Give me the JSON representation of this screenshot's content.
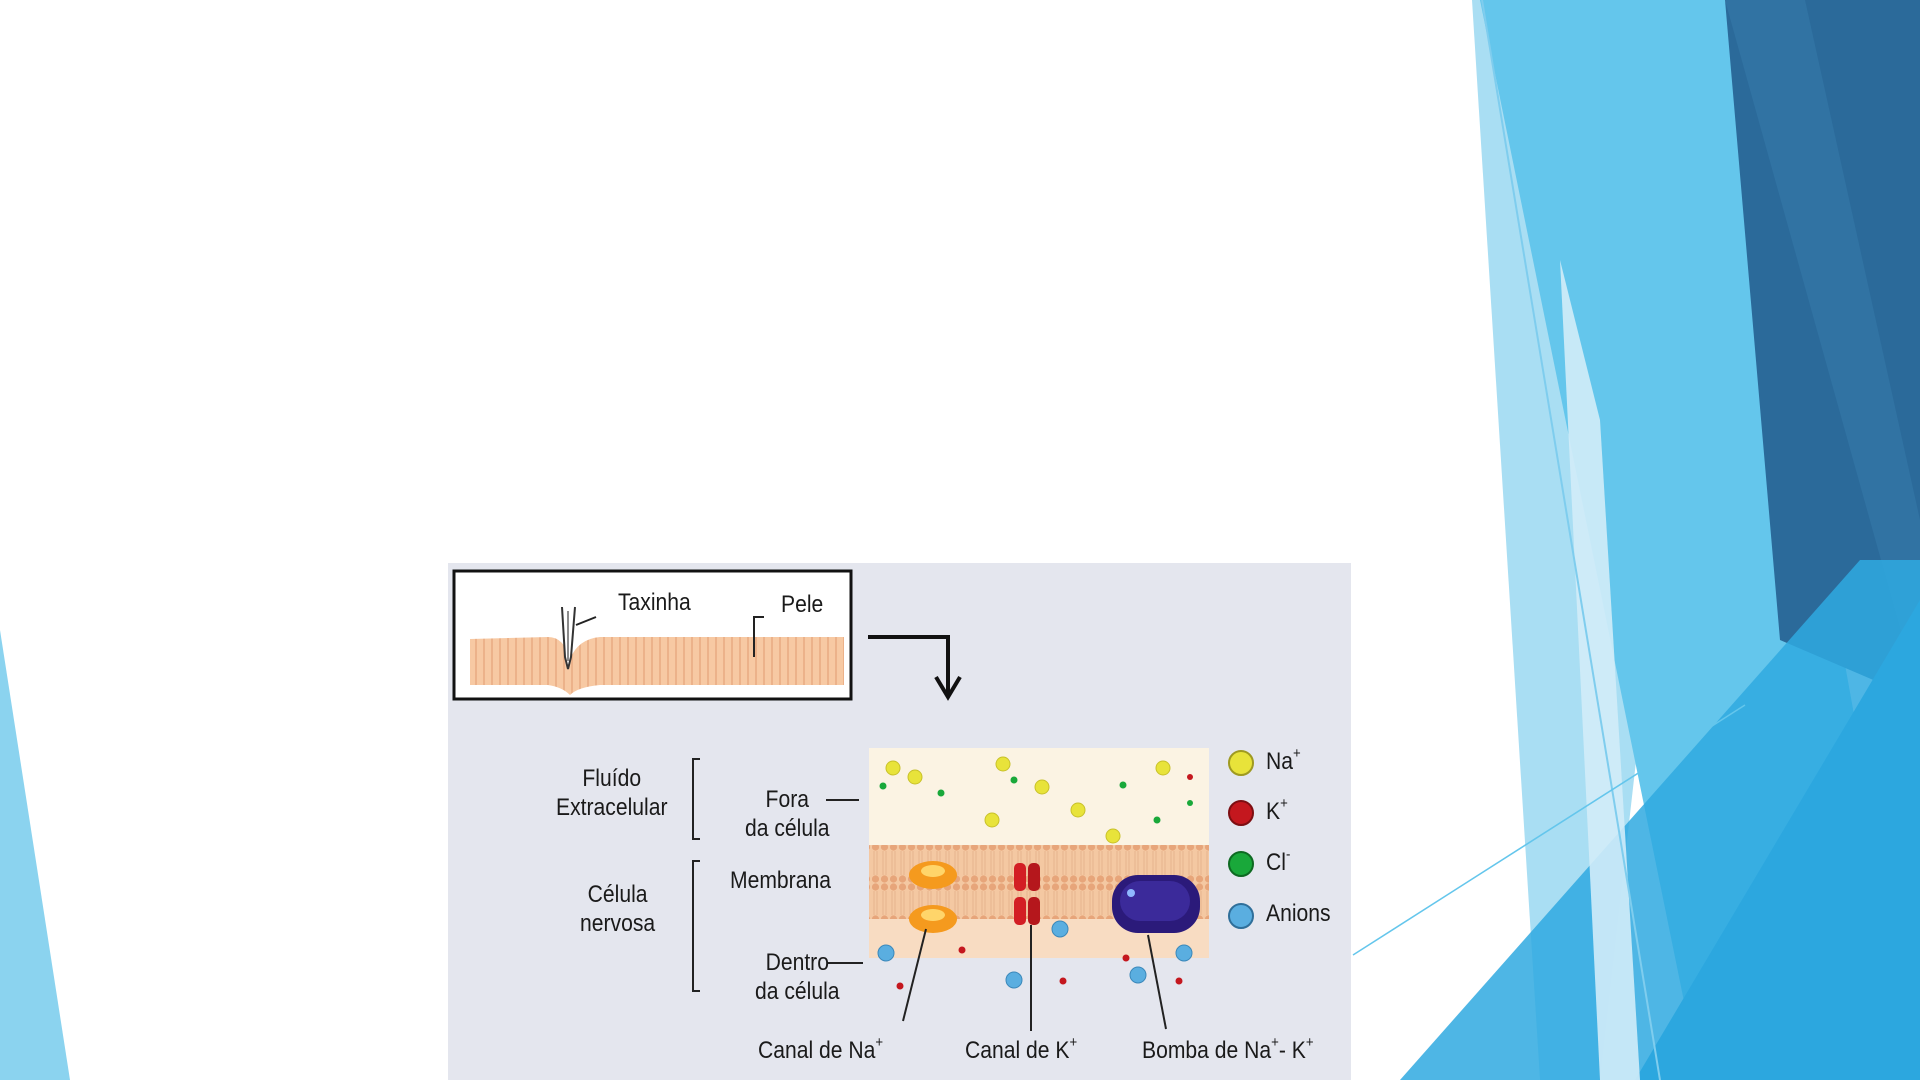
{
  "slide": {
    "theme_colors": [
      "#2b6a9a",
      "#64c6ec",
      "#8bd3ef",
      "#1d9bd6",
      "#cde9f6"
    ]
  },
  "diagram": {
    "inset": {
      "pin_label": "Taxinha",
      "skin_label": "Pele"
    },
    "left_labels": {
      "fluid_line1": "Fluído",
      "fluid_line2": "Extracelular",
      "cell_line1": "Célula",
      "cell_line2": "nervosa"
    },
    "region_labels": {
      "outside_line1": "Fora",
      "outside_line2": "da célula",
      "membrane": "Membrana",
      "inside_line1": "Dentro",
      "inside_line2": "da célula"
    },
    "legend": [
      {
        "label": "Na",
        "superscript": "+",
        "color": "#e8e33a"
      },
      {
        "label": "K",
        "superscript": "+",
        "color": "#c4171e"
      },
      {
        "label": "Cl",
        "superscript": "-",
        "color": "#19a83a"
      },
      {
        "label": "Anions",
        "superscript": "",
        "color": "#5aaee0"
      }
    ],
    "bottom_labels": {
      "na_channel": "Canal de Na",
      "na_channel_sup": "+",
      "k_channel": "Canal de K",
      "k_channel_sup": "+",
      "pump_a": "Bomba de Na",
      "pump_a_sup": "+",
      "pump_b": "- K",
      "pump_b_sup": "+"
    }
  }
}
